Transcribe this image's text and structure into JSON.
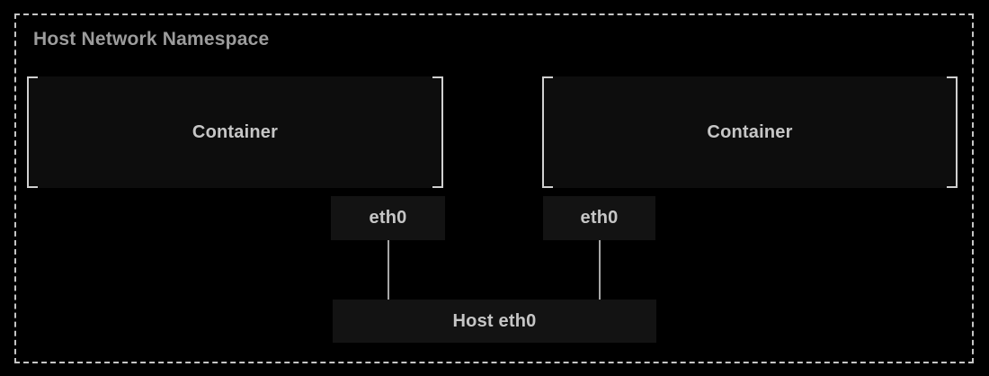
{
  "diagram": {
    "type": "network-topology",
    "group": {
      "title": "Host Network Namespace"
    },
    "nodes": {
      "container_left": {
        "label": "Container"
      },
      "container_right": {
        "label": "Container"
      },
      "eth0_left": {
        "label": "eth0"
      },
      "eth0_right": {
        "label": "eth0"
      },
      "host_eth0": {
        "label": "Host eth0"
      }
    },
    "edges": [
      {
        "from": "eth0_left",
        "to": "host_eth0"
      },
      {
        "from": "eth0_right",
        "to": "host_eth0"
      }
    ],
    "colors": {
      "background": "#000000",
      "container_fill": "#0d0d0d",
      "port_fill": "#131313",
      "bracket": "#d0d0d0",
      "dash_border": "#c6c6c6",
      "edge_line": "#a6a6a6",
      "title_text": "#9c9c9c",
      "node_text": "#c6c6c6"
    }
  }
}
